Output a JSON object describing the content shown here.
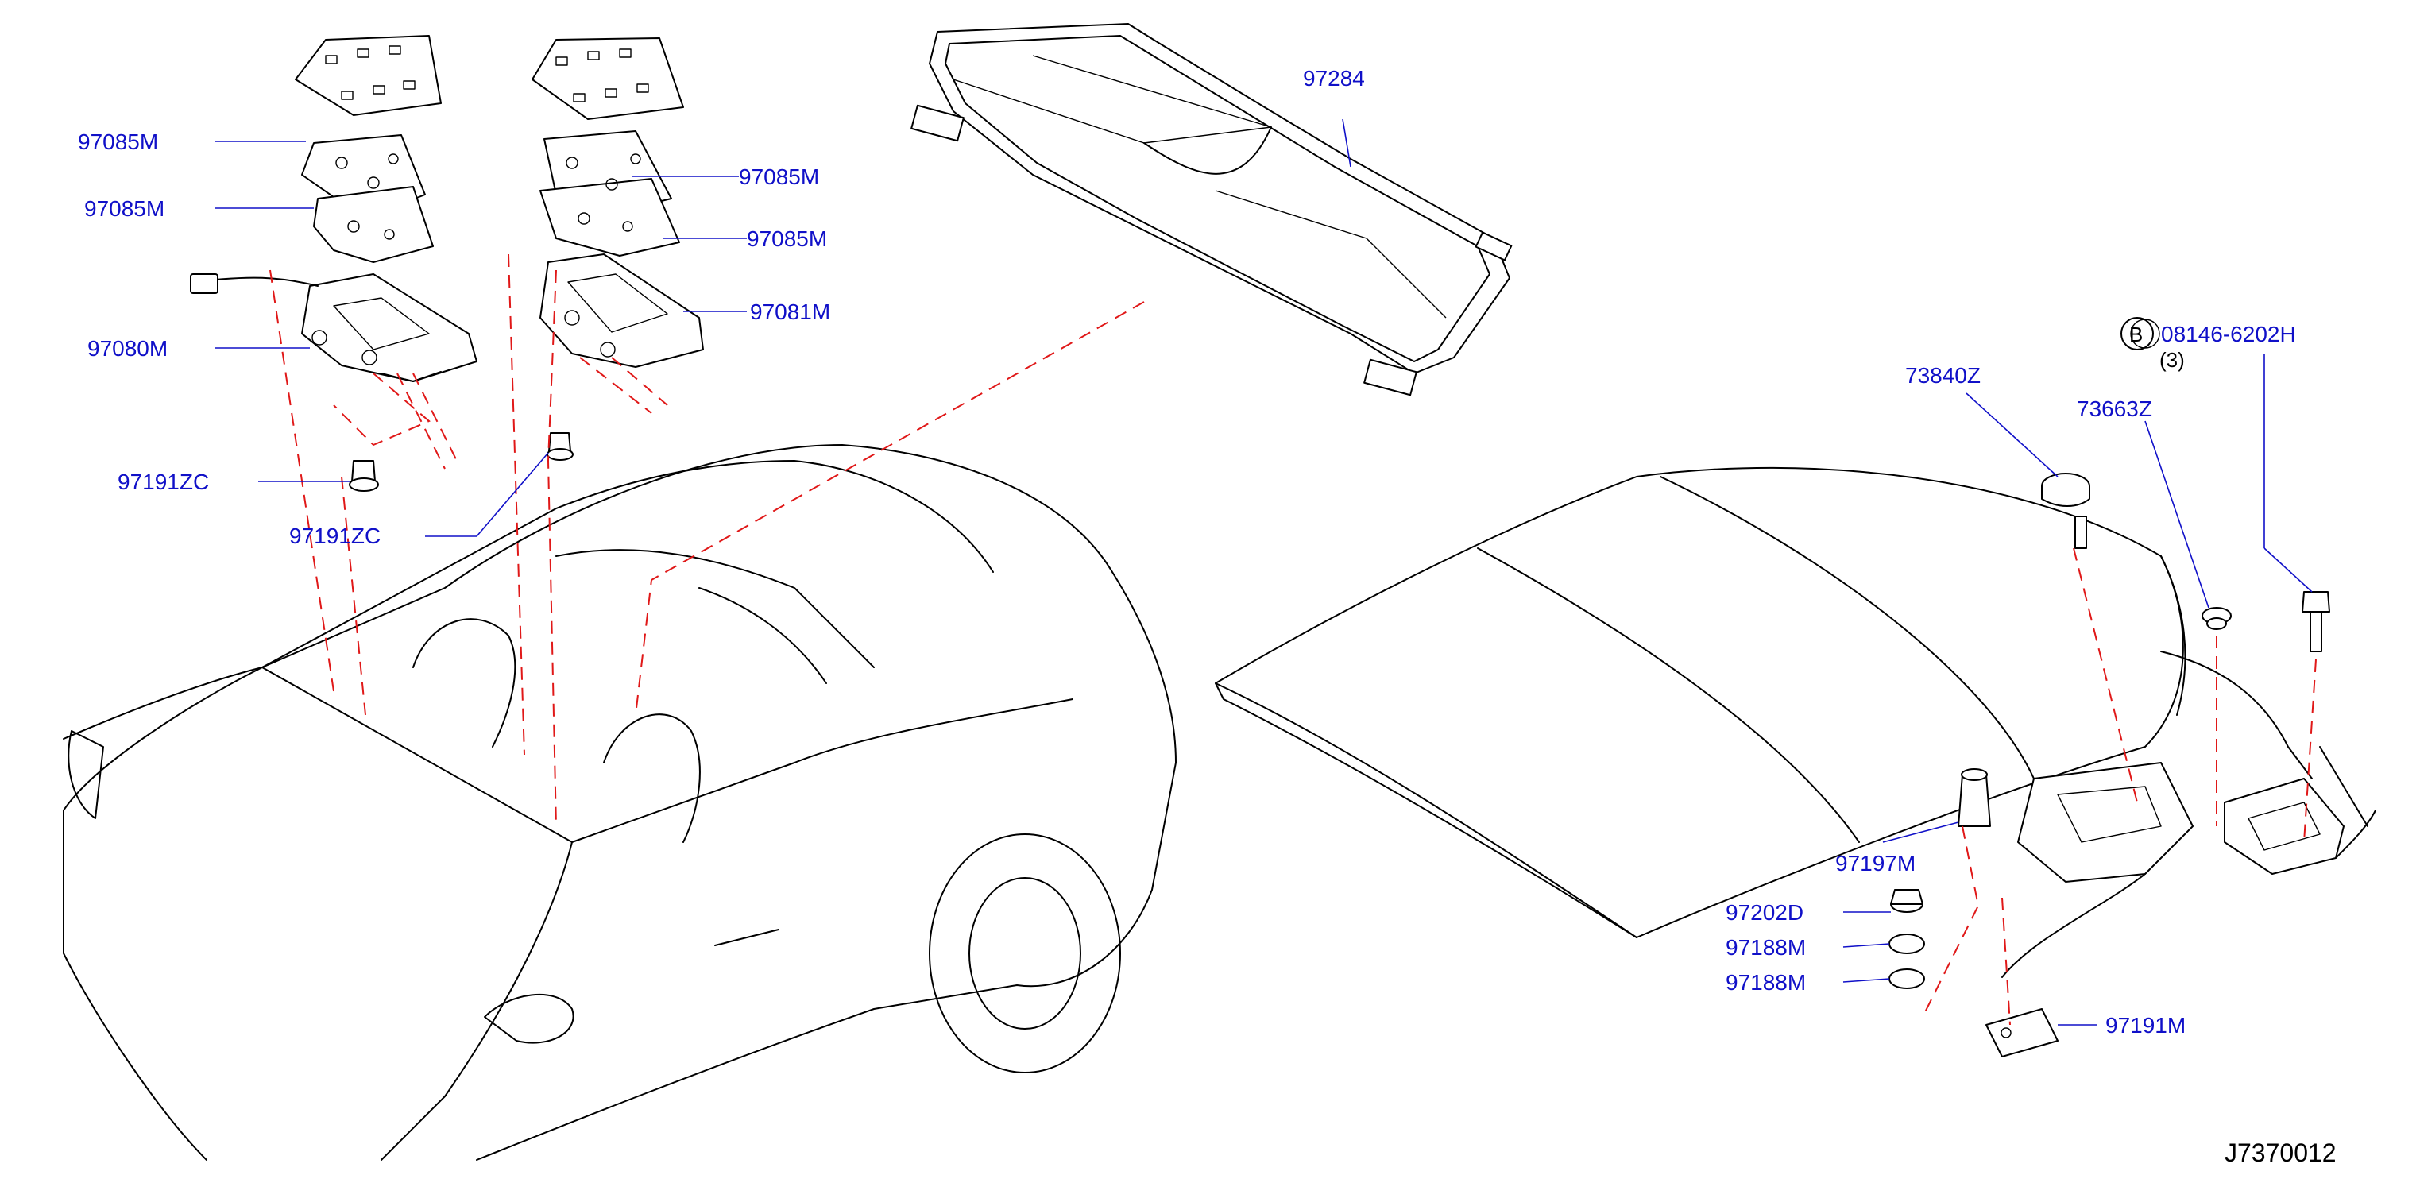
{
  "diagram_code": "J7370012",
  "bolt_prefix": "B",
  "labels": {
    "p97085M_a": "97085M",
    "p97085M_b": "97085M",
    "p97085M_c": "97085M",
    "p97085M_d": "97085M",
    "p97080M": "97080M",
    "p97081M": "97081M",
    "p97191ZC_a": "97191ZC",
    "p97191ZC_b": "97191ZC",
    "p97284": "97284",
    "p73840Z": "73840Z",
    "p73663Z": "73663Z",
    "p08146": "08146-6202H",
    "p08146_qty": "(3)",
    "p97197M": "97197M",
    "p97202D": "97202D",
    "p97188M_a": "97188M",
    "p97188M_b": "97188M",
    "p97191M": "97191M"
  },
  "colors": {
    "label": "#1010c8",
    "leader": "#1010c8",
    "dashed_reference": "#e01818",
    "line_art": "#000000"
  }
}
